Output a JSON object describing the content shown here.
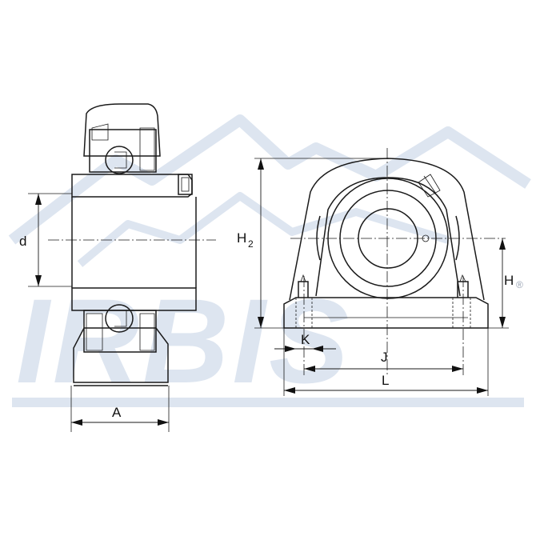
{
  "watermark": {
    "text": "IRBIS",
    "registered": "®",
    "color": "#dde5f0"
  },
  "dimensions": {
    "d": "d",
    "A": "A",
    "H2_main": "H",
    "H2_sub": "2",
    "H": "H",
    "J": "J",
    "K": "K",
    "L": "L"
  },
  "colors": {
    "line": "#1a1a1a",
    "background": "#ffffff"
  }
}
